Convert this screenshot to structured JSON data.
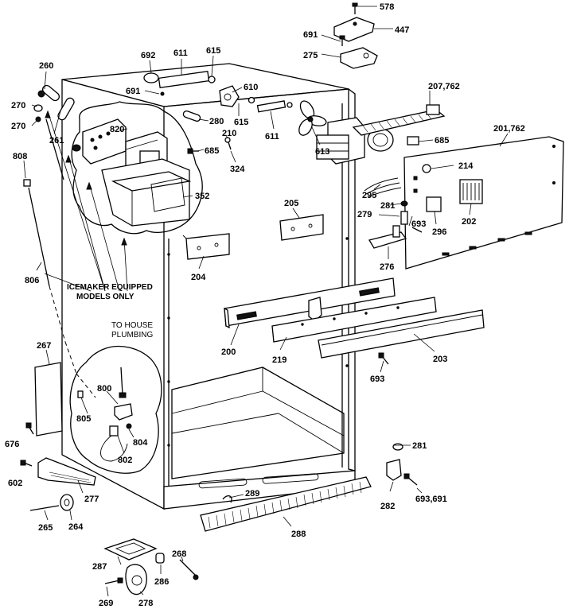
{
  "labels": [
    {
      "id": "p578",
      "text": "578"
    },
    {
      "id": "p447",
      "text": "447"
    },
    {
      "id": "p691a",
      "text": "691"
    },
    {
      "id": "p275",
      "text": "275"
    },
    {
      "id": "p260",
      "text": "260"
    },
    {
      "id": "p692",
      "text": "692"
    },
    {
      "id": "p611a",
      "text": "611"
    },
    {
      "id": "p615a",
      "text": "615"
    },
    {
      "id": "p691b",
      "text": "691"
    },
    {
      "id": "p610",
      "text": "610"
    },
    {
      "id": "p207",
      "text": "207,762"
    },
    {
      "id": "p270a",
      "text": "270"
    },
    {
      "id": "p270b",
      "text": "270"
    },
    {
      "id": "p261",
      "text": "261"
    },
    {
      "id": "p820",
      "text": "820"
    },
    {
      "id": "p280",
      "text": "280"
    },
    {
      "id": "p615b",
      "text": "615"
    },
    {
      "id": "p210",
      "text": "210"
    },
    {
      "id": "p611b",
      "text": "611"
    },
    {
      "id": "p613",
      "text": "613"
    },
    {
      "id": "p201",
      "text": "201,762"
    },
    {
      "id": "p685a",
      "text": "685"
    },
    {
      "id": "p685b",
      "text": "685"
    },
    {
      "id": "p808",
      "text": "808"
    },
    {
      "id": "p324",
      "text": "324"
    },
    {
      "id": "p214",
      "text": "214"
    },
    {
      "id": "p352",
      "text": "352"
    },
    {
      "id": "p295",
      "text": "295"
    },
    {
      "id": "p205",
      "text": "205"
    },
    {
      "id": "p281a",
      "text": "281"
    },
    {
      "id": "p279",
      "text": "279"
    },
    {
      "id": "p693a",
      "text": "693"
    },
    {
      "id": "p296",
      "text": "296"
    },
    {
      "id": "p202",
      "text": "202"
    },
    {
      "id": "p204",
      "text": "204"
    },
    {
      "id": "p276",
      "text": "276"
    },
    {
      "id": "p806",
      "text": "806"
    },
    {
      "id": "p200",
      "text": "200"
    },
    {
      "id": "p219",
      "text": "219"
    },
    {
      "id": "p203",
      "text": "203"
    },
    {
      "id": "p267",
      "text": "267"
    },
    {
      "id": "p693b",
      "text": "693"
    },
    {
      "id": "p800",
      "text": "800"
    },
    {
      "id": "p805",
      "text": "805"
    },
    {
      "id": "p804",
      "text": "804"
    },
    {
      "id": "p802",
      "text": "802"
    },
    {
      "id": "p676",
      "text": "676"
    },
    {
      "id": "p281b",
      "text": "281"
    },
    {
      "id": "p602",
      "text": "602"
    },
    {
      "id": "p277",
      "text": "277"
    },
    {
      "id": "p289",
      "text": "289"
    },
    {
      "id": "p693c",
      "text": "693,691"
    },
    {
      "id": "p282",
      "text": "282"
    },
    {
      "id": "p265",
      "text": "265"
    },
    {
      "id": "p264",
      "text": "264"
    },
    {
      "id": "p288",
      "text": "288"
    },
    {
      "id": "p268",
      "text": "268"
    },
    {
      "id": "p287",
      "text": "287"
    },
    {
      "id": "p286",
      "text": "286"
    },
    {
      "id": "p278",
      "text": "278"
    },
    {
      "id": "p269",
      "text": "269"
    }
  ],
  "notes": {
    "icemaker_line1": "ICEMAKER EQUIPPED",
    "icemaker_line2": "MODELS ONLY",
    "plumbing_line1": "TO HOUSE",
    "plumbing_line2": "PLUMBING"
  }
}
